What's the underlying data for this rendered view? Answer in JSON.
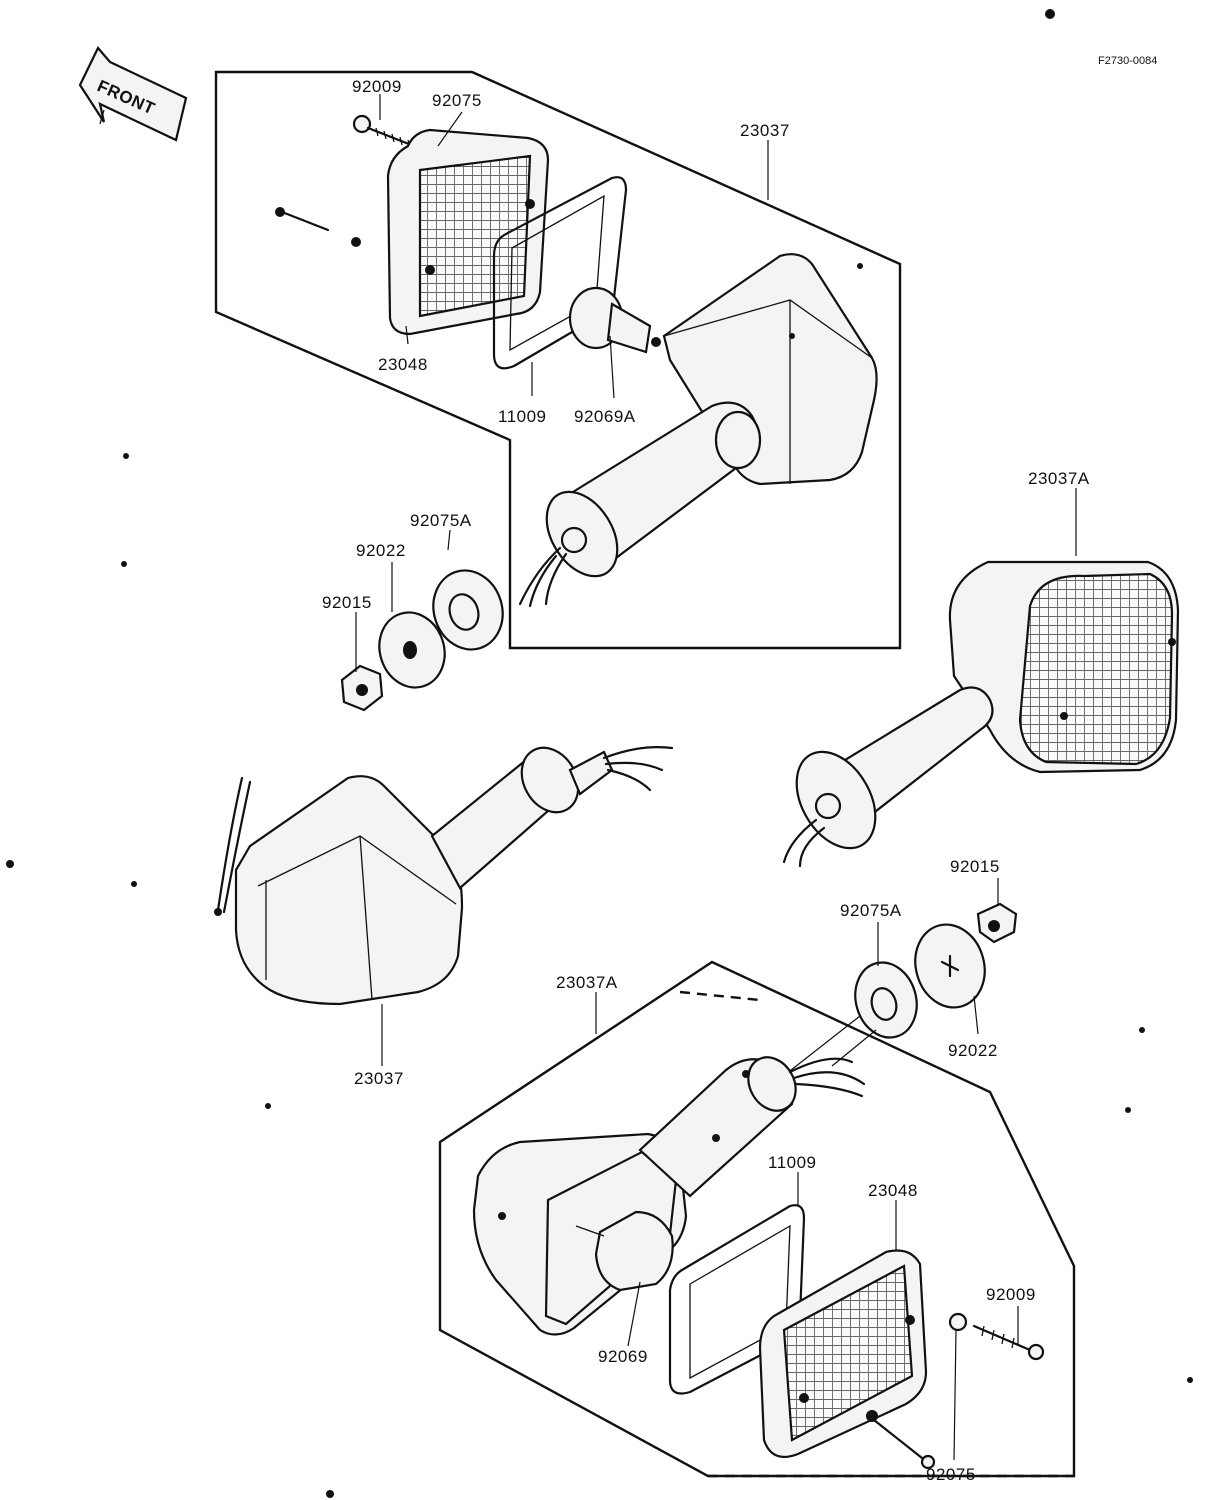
{
  "figure_code": "F2730-0084",
  "front_label": "FRONT",
  "part_labels": {
    "top_screw": "92009",
    "top_washer": "92075",
    "top_housing": "23037",
    "top_lens": "23048",
    "top_gasket": "11009",
    "top_bulb": "92069A",
    "right_unit": "23037A",
    "top_grommet": "92075A",
    "top_plate": "92022",
    "top_nut": "92015",
    "left_unit": "23037",
    "bottom_nut": "92015",
    "bottom_grommet": "92075A",
    "bottom_plate": "92022",
    "bottom_housing": "23037A",
    "bottom_gasket": "11009",
    "bottom_lens": "23048",
    "bottom_screw": "92009",
    "bottom_bulb": "92069",
    "bottom_washer": "92075"
  }
}
